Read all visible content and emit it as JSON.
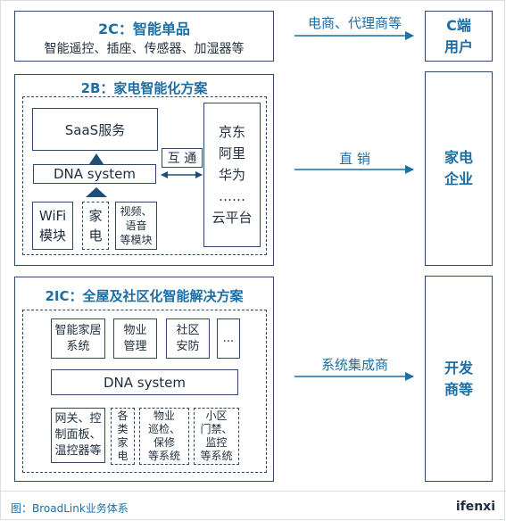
{
  "tier_2c": {
    "title": "2C：智能单品",
    "subtitle": "智能遥控、插座、传感器、加湿器等"
  },
  "tier_2b": {
    "title": "2B：家电智能化方案",
    "saas": "SaaS服务",
    "dna": "DNA system",
    "interop": "互 通",
    "wifi": [
      "WiFi",
      "模块"
    ],
    "appliance": [
      "家",
      "电"
    ],
    "av_module": [
      "视频、",
      "语音",
      "等模块"
    ],
    "partners": [
      "京东",
      "阿里",
      "华为",
      "……",
      "云平台"
    ]
  },
  "tier_2ic": {
    "title": "2IC：全屋及社区化智能解决方案",
    "row1": [
      [
        "智能家居",
        "系统"
      ],
      [
        "物业",
        "管理"
      ],
      [
        "社区",
        "安防"
      ],
      [
        "..."
      ]
    ],
    "dna": "DNA system",
    "row2": [
      [
        "网关、控",
        "制面板、",
        "温控器等"
      ],
      [
        "各",
        "类",
        "家",
        "电"
      ],
      [
        "物业",
        "巡检、",
        "保修",
        "等系统"
      ],
      [
        "小区",
        "门禁、",
        "监控",
        "等系统"
      ]
    ]
  },
  "channels": {
    "c": "电商、代理商等",
    "b": "直 销",
    "ic": "系统集成商"
  },
  "endpoints": {
    "c": [
      "C端",
      "用户"
    ],
    "b": [
      "家电",
      "企业"
    ],
    "ic": [
      "开发",
      "商等"
    ]
  },
  "caption": "图：BroadLink业务体系",
  "logo": "ifenxi",
  "colors": {
    "accent": "#1c6ea4",
    "border": "#2d4a6b"
  }
}
